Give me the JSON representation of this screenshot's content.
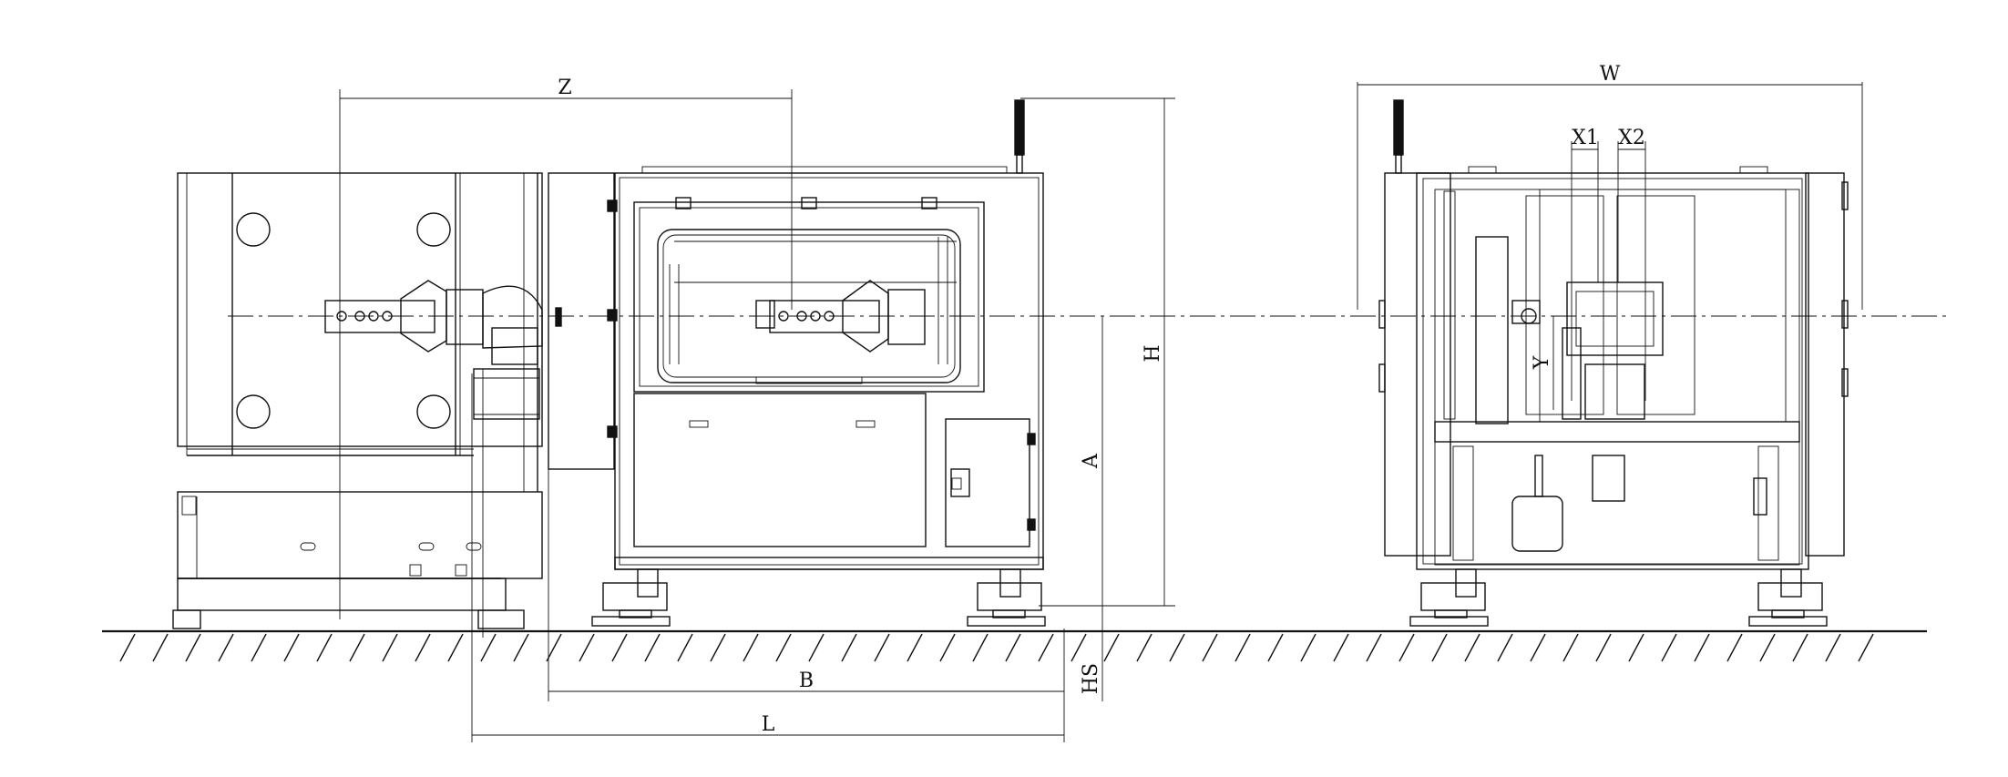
{
  "dimensions": {
    "z": "Z",
    "b": "B",
    "l": "L",
    "h": "H",
    "a": "A",
    "hs": "HS",
    "w": "W",
    "x1": "X1",
    "x2": "X2",
    "y": "Y"
  }
}
